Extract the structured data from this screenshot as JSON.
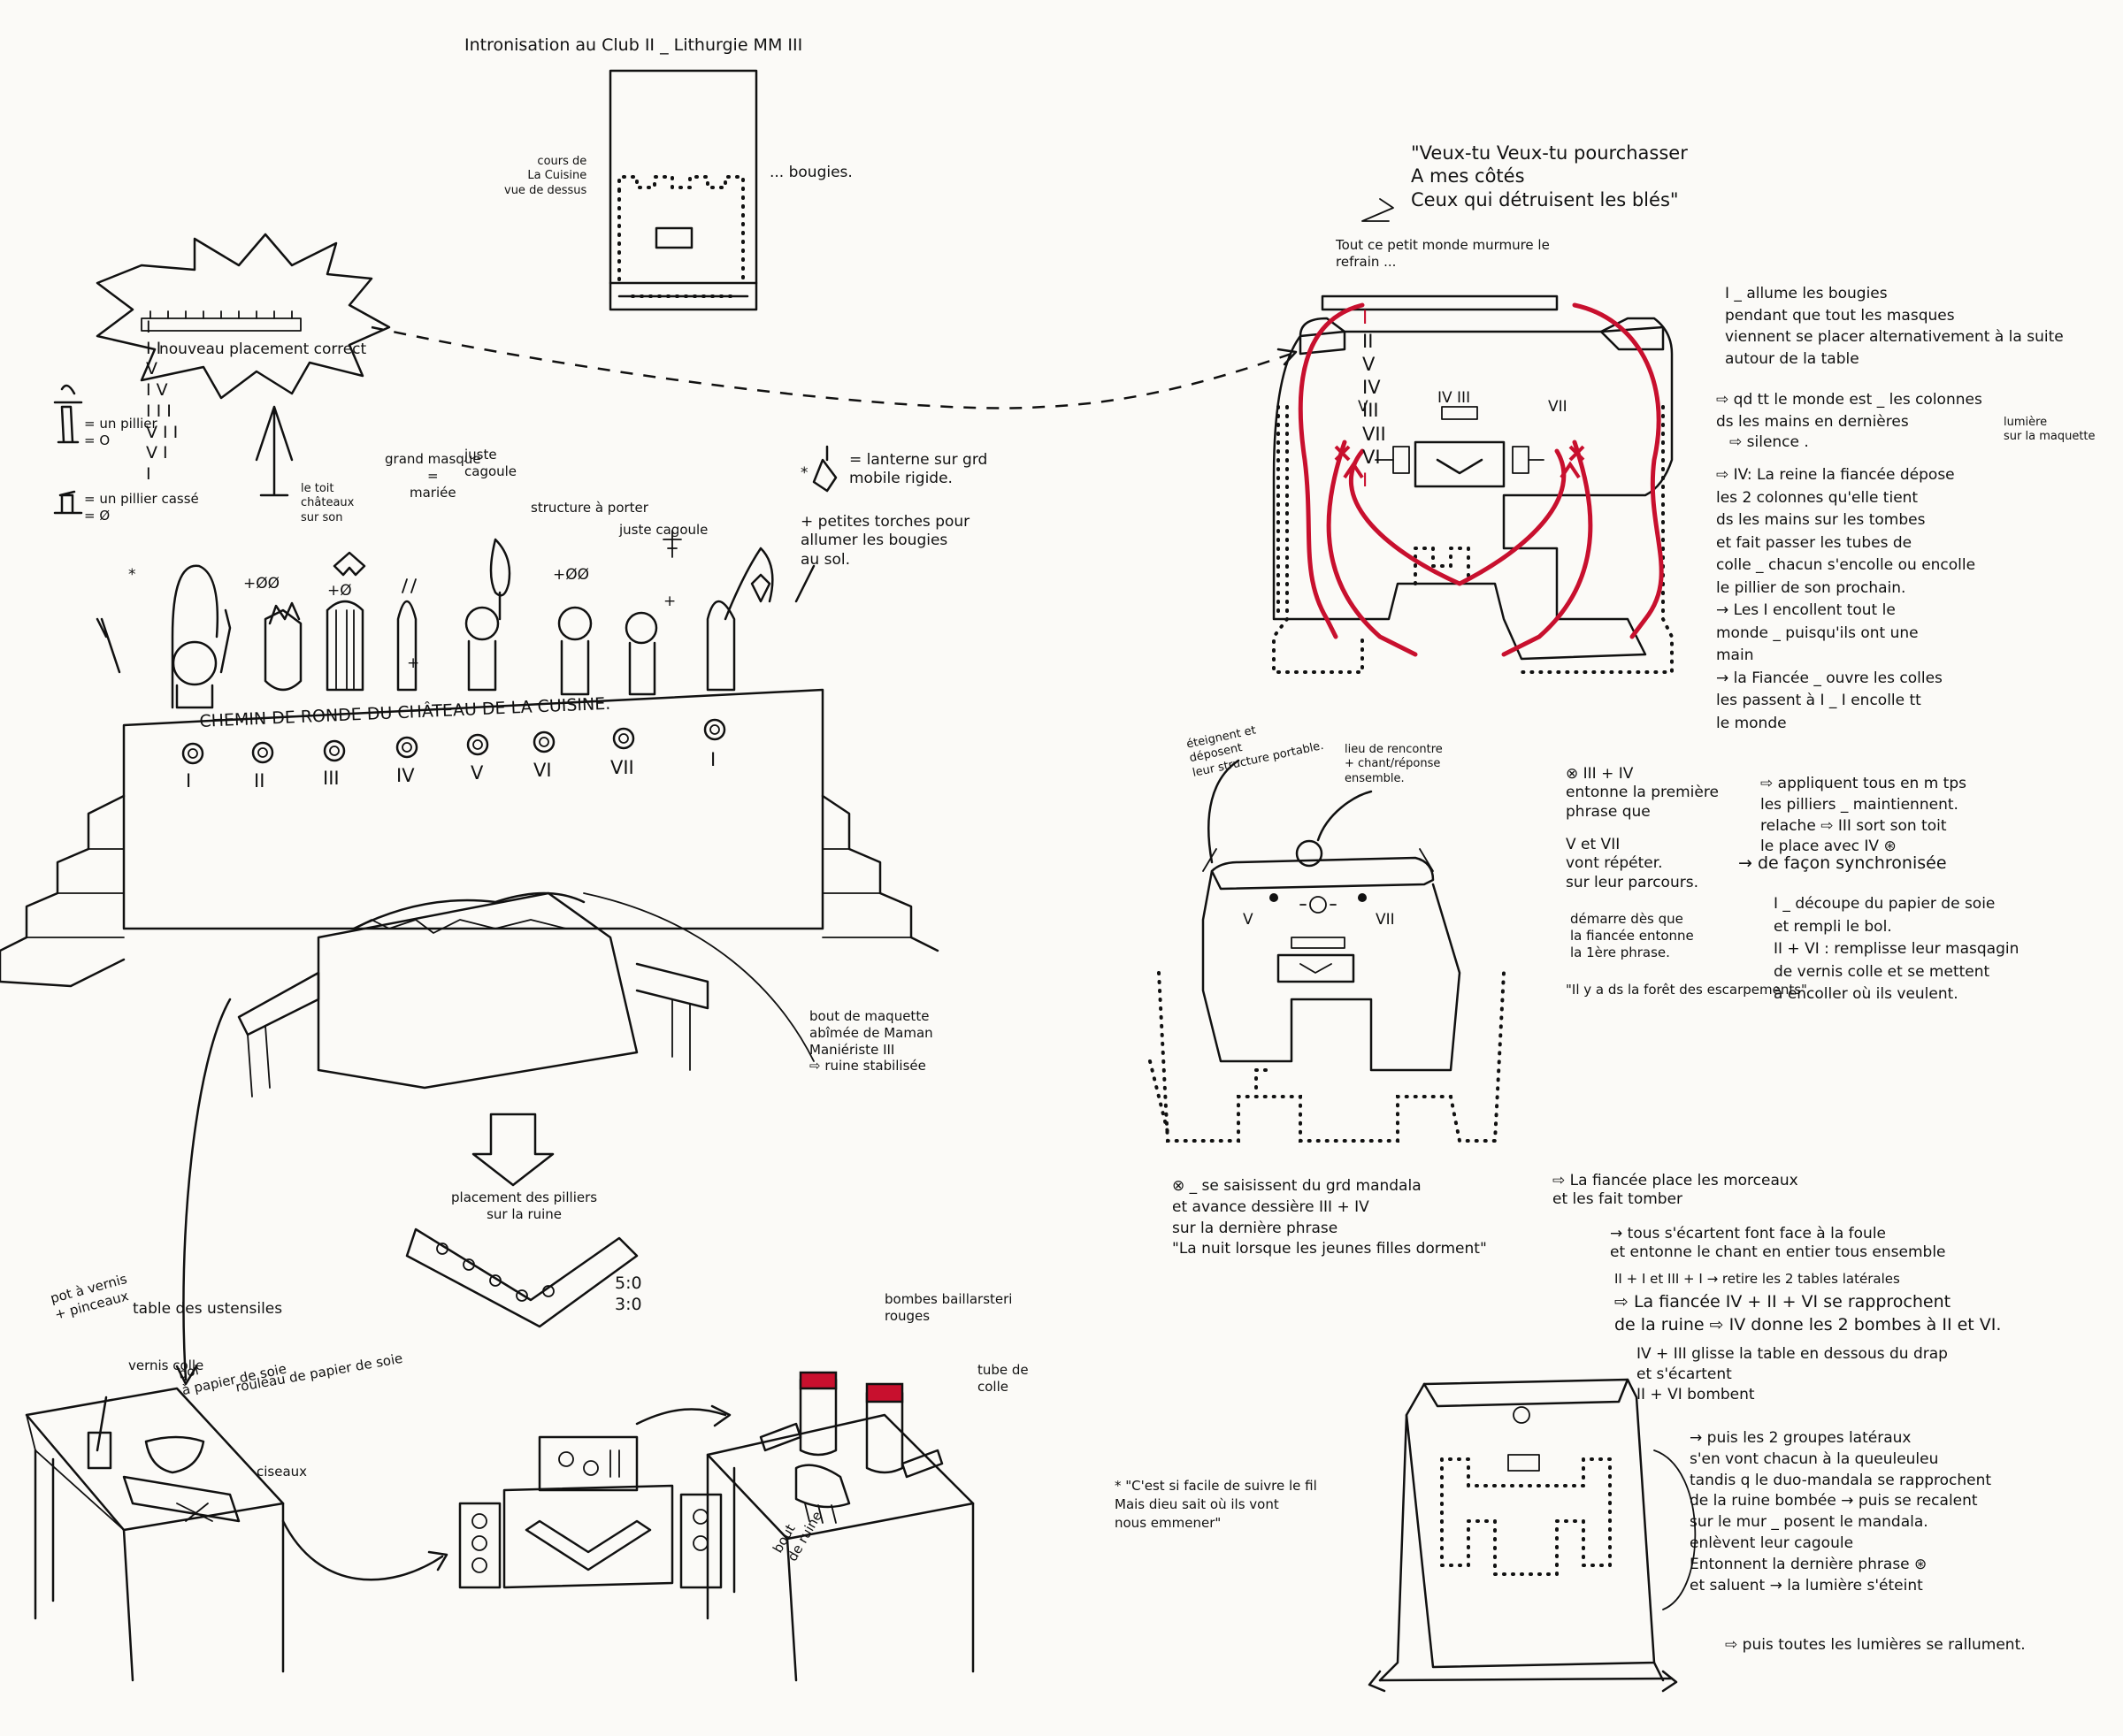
{
  "title": "Intronisation au Club II _ Lithurgie MM III",
  "top_sketch": {
    "left_note": "cours de\nLa Cuisine\nvue de dessus",
    "right_note": "... bougies."
  },
  "placement_star": {
    "numerals": [
      "I",
      "II",
      "V",
      "IV",
      "III",
      "VII",
      "VI",
      "I"
    ],
    "caption": "nouveau placement correct"
  },
  "legend": {
    "pillar": "= un pillier\n= O",
    "broken_pillar": "= un pillier cassé\n= Ø"
  },
  "figure_labels": {
    "toit": "le toit\nchâteaux\nsur son",
    "grand_masque": "grand masque\n=\nmariée",
    "juste_cagoule_1": "juste\ncagoule",
    "structure": "structure à porter",
    "juste_cagoule_2": "juste cagoule",
    "lanterne": "= lanterne sur grd\nmobile rigide.",
    "torches": "+ petites torches pour\nallumer les bougies\nau sol.",
    "marks": [
      "*",
      "+ØØ",
      "+Ø",
      "+ØØ",
      "*",
      "+",
      "+"
    ]
  },
  "wall": {
    "title": "CHEMIN DE RONDE DU CHÂTEAU DE LA CUISINE.",
    "numerals": [
      "I",
      "II",
      "III",
      "IV",
      "V",
      "VI",
      "VII",
      "I"
    ]
  },
  "ruin_note": "bout de maquette\nabîmée de Maman\nManiériste III\n⇨ ruine stabilisée",
  "placement": {
    "label": "placement des pilliers\nsur la ruine",
    "ratios": "5:0\n3:0"
  },
  "table_left": {
    "title": "table des ustensiles",
    "pot": "pot à vernis\n+ pinceaux",
    "vernis": "vernis colle",
    "bol": "bol\nà papier de soie",
    "rouleau": "rouleau de papier de soie",
    "ciseaux": "ciseaux"
  },
  "table_right": {
    "bombes": "bombes baillarsteri\nrouges",
    "tube": "tube de\ncolle",
    "bout": "bout\nde ruine"
  },
  "quote_top": "\"Veux-tu Veux-tu pourchasser\nA mes côtés\nCeux qui détruisent les blés\"",
  "murmur": "Tout ce petit monde murmure le\nrefrain ...",
  "plan1": {
    "top_numerals": [
      "I",
      "II",
      "V",
      "IV",
      "III",
      "VII",
      "VI",
      "I"
    ],
    "inner": {
      "left": "V",
      "center": "IV III",
      "right": "VII"
    }
  },
  "notes_right": {
    "n1": "I _ allume les bougies\npendant que tout les masques\nviennent se placer alternativement à la suite\nautour de la table",
    "n2": "⇨ qd tt le monde est _ les colonnes\nds les mains en dernières",
    "n2b": "lumière\nsur la maquette",
    "n2c": "⇨ silence .",
    "n3": "⇨ IV: La reine  la fiancée dépose\nles 2 colonnes qu'elle tient\nds les mains sur les tombes\net fait passer les tubes de\ncolle _ chacun s'encolle ou encolle\nle pillier de son prochain.\n→ Les I encollent tout le\nmonde _ puisqu'ils ont une\nmain\n→ la Fiancée _ ouvre les colles\nles passent à I _ I encolle tt\nle monde"
  },
  "plan2": {
    "label_left": "éteignent et\ndéposent\nleur structure portable.",
    "label_right": "lieu de rencontre\n+ chant/réponse\nensemble.",
    "inner_left": "V",
    "inner_right": "VII"
  },
  "mid_notes": {
    "m1": "⊗ III + IV\nentonne la première\nphrase que",
    "m2": "V et VII\nvont répéter.\nsur leur parcours.",
    "m3": "démarre dès que\nla fiancée entonne\nla 1ère phrase.",
    "m4": "\"Il y a ds la forêt des escarpements\""
  },
  "right_mid_notes": {
    "r1": "⇨ appliquent tous en m tps\nles pilliers _ maintiennent.\nrelache ⇨ III sort son toit\nle place avec IV ⊛",
    "r2": "→ de façon synchronisée",
    "r3": "I _ découpe du papier de soie\net rempli le bol.\nII + VI : remplisse leur masqagin\nde vernis colle et se mettent\nà encoller où ils veulent."
  },
  "mandala_note": "⊗ _ se saisissent du grd mandala\net avance dessière III + IV\nsur la dernière phrase\n\"La nuit lorsque les jeunes filles dorment\"",
  "bottom_right_notes": {
    "b1": "⇨ La fiancée place les morceaux\net les fait tomber",
    "b2": "→ tous s'écartent font face à la foule\net entonne le chant en entier tous ensemble",
    "b3": "II + I et III + I → retire les 2 tables latérales",
    "b4": "⇨ La fiancée IV + II + VI se rapprochent\nde la ruine ⇨ IV donne les 2 bombes à II et VI.",
    "b5": "IV + III glisse la table en dessous du drap\net s'écartent\nII + VI bombent",
    "b6": "→ puis les 2 groupes latéraux\ns'en vont chacun à la queuleuleu\ntandis q le duo-mandala se rapprochent\nde la ruine bombée → puis se recalent\nsur le mur _ posent le mandala.\nenlèvent leur cagoule\nEntonnent la dernière phrase ⊛\net saluent → la lumière s'éteint",
    "b7": "⇨ puis toutes les lumières se rallument."
  },
  "bottom_quote": "* \"C'est si facile de suivre le fil\nMais dieu sait où ils vont\nnous emmener\""
}
